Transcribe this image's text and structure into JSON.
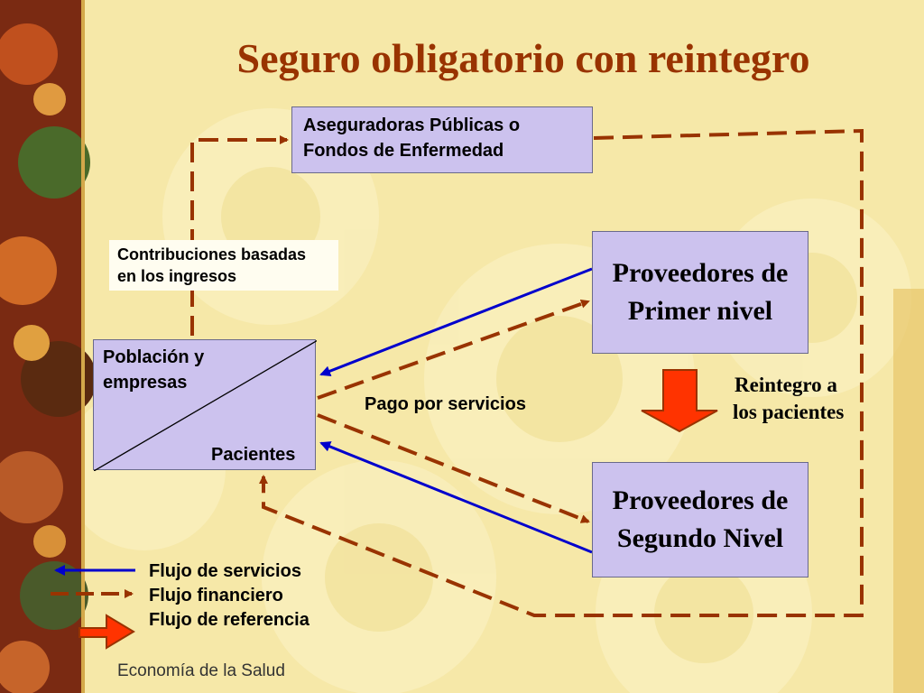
{
  "title": "Seguro obligatorio con reintegro",
  "nodes": {
    "aseguradoras": {
      "line1": "Aseguradoras Públicas o",
      "line2": "Fondos de Enfermedad"
    },
    "poblacion": {
      "line1": "Población y",
      "line2": "empresas",
      "corner": "Pacientes"
    },
    "primer_nivel": {
      "line1": "Proveedores de",
      "line2": "Primer nivel"
    },
    "segundo_nivel": {
      "line1": "Proveedores de",
      "line2": "Segundo Nivel"
    }
  },
  "labels": {
    "contribuciones_1": "Contribuciones basadas",
    "contribuciones_2": "en los ingresos",
    "pago": "Pago por servicios",
    "reintegro_1": "Reintegro a",
    "reintegro_2": "los pacientes"
  },
  "legend": [
    {
      "label": "Flujo de servicios",
      "style": "solid-blue"
    },
    {
      "label": "Flujo financiero",
      "style": "dashed-brown"
    },
    {
      "label": "Flujo de referencia",
      "style": "red-block-arrow"
    }
  ],
  "footer": "Economía de la Salud",
  "colors": {
    "title": "#993300",
    "financial_flow": "#993300",
    "service_flow": "#0000cc",
    "referral_flow": "#ff3300",
    "box_fill": "#ccc2ee",
    "background": "#f6e8a8"
  }
}
